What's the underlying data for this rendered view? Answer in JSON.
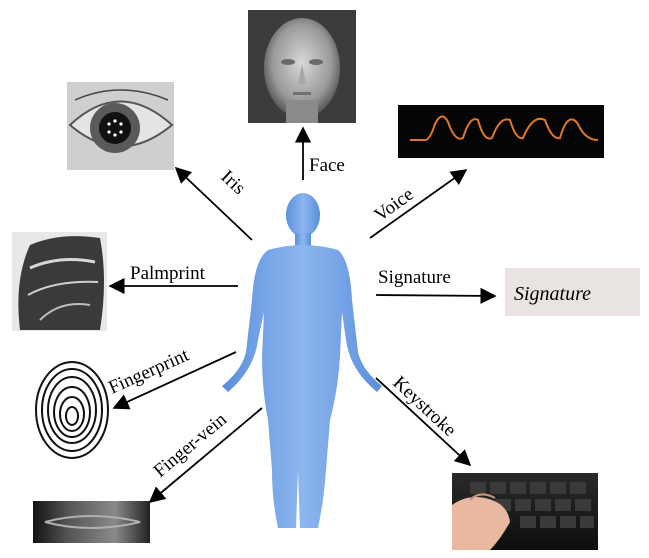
{
  "labels": {
    "face": "Face",
    "iris": "Iris",
    "voice": "Voice",
    "palmprint": "Palmprint",
    "signature": "Signature",
    "fingerprint": "Fingerprint",
    "keystroke": "Keystroke",
    "finger_vein": "Finger-vein"
  },
  "signature_image_text": "Signature",
  "colors": {
    "body": "#6a9be0",
    "body_highlight": "#9cc0f0",
    "arrow": "#000000",
    "voice_wave": "#e0782a"
  },
  "icons": [
    "face-photo",
    "iris-photo",
    "voice-waveform",
    "palmprint-photo",
    "signature-photo",
    "fingerprint-photo",
    "keyboard-photo",
    "finger-vein-photo",
    "human-body-figure"
  ]
}
